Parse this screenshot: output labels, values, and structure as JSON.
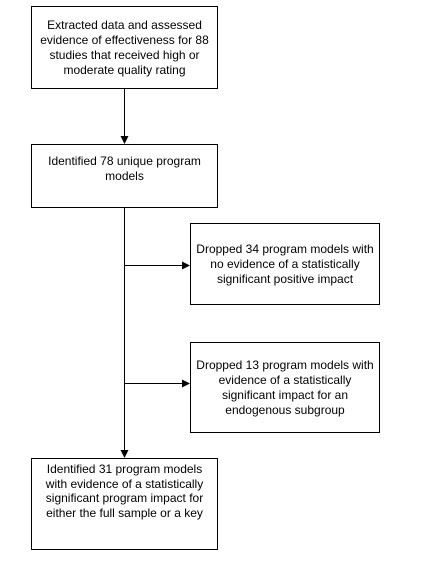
{
  "flowchart": {
    "steps": [
      {
        "id": "extracted",
        "text": "Extracted data and assessed evidence of effectiveness for 88 studies that received high or moderate quality rating"
      },
      {
        "id": "identified-78",
        "text": "Identified 78 unique program models"
      },
      {
        "id": "dropped-34",
        "text": "Dropped 34 program models with no evidence of a statistically significant positive impact"
      },
      {
        "id": "dropped-13",
        "text": "Dropped 13 program models with evidence of a statistically significant impact for an endogenous subgroup"
      },
      {
        "id": "identified-31",
        "text": "Identified 31 program models with evidence of a statistically significant program impact for either the full sample or a key"
      }
    ],
    "line_color": "#000000"
  }
}
